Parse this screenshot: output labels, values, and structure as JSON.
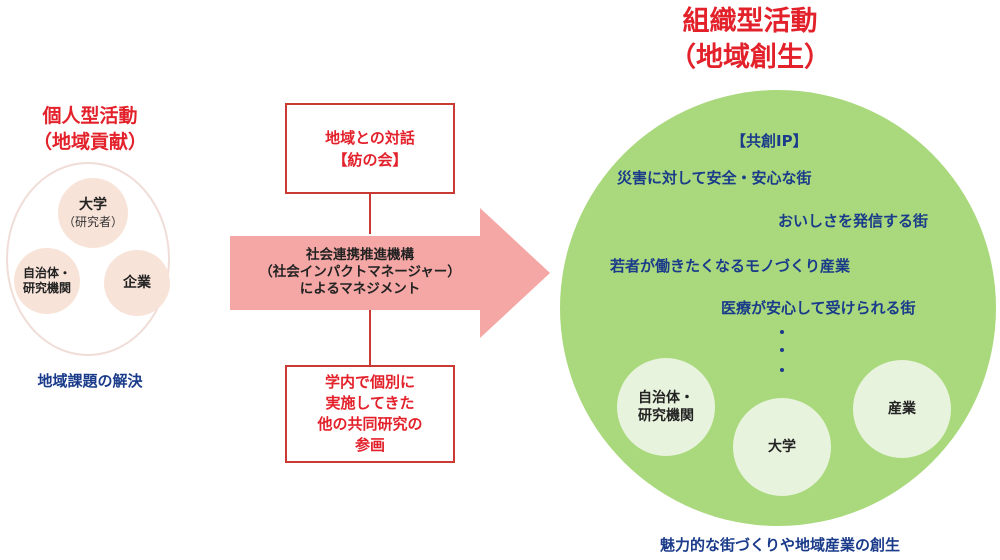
{
  "left": {
    "title_line1": "個人型活動",
    "title_line2": "（地域貢献）",
    "circle_university": {
      "main": "大学",
      "sub": "（研究者）"
    },
    "circle_local_gov": {
      "line1": "自治体・",
      "line2": "研究機関"
    },
    "circle_company": "企業",
    "footer": "地域課題の解決"
  },
  "middle": {
    "top_box_line1": "地域との対話",
    "top_box_line2": "【紡の会】",
    "arrow_line1": "社会連携推進機構",
    "arrow_line2": "（社会インパクトマネージャー）",
    "arrow_line3": "によるマネジメント",
    "bottom_box_line1": "学内で個別に",
    "bottom_box_line2": "実施してきた",
    "bottom_box_line3": "他の共同研究の",
    "bottom_box_line4": "参画"
  },
  "right": {
    "title_line1": "組織型活動",
    "title_line2": "（地域創生）",
    "ip_heading": "【共創IP】",
    "ip_items": [
      "災害に対して安全・安心な街",
      "おいしさを発信する街",
      "若者が働きたくなるモノづくり産業",
      "医療が安心して受けられる街"
    ],
    "circle_local_gov": {
      "line1": "自治体・",
      "line2": "研究機関"
    },
    "circle_university": "大学",
    "circle_industry": "産業",
    "footer": "魅力的な街づくりや地域産業の創生"
  },
  "colors": {
    "accent_red": "#e3212b",
    "box_border": "#c93a33",
    "navy": "#1a3b8a",
    "arrow_fill": "#f4a7a4",
    "big_circle": "#a9d97c",
    "small_green": "#e8f3de",
    "small_peach": "#f8e3d8"
  }
}
